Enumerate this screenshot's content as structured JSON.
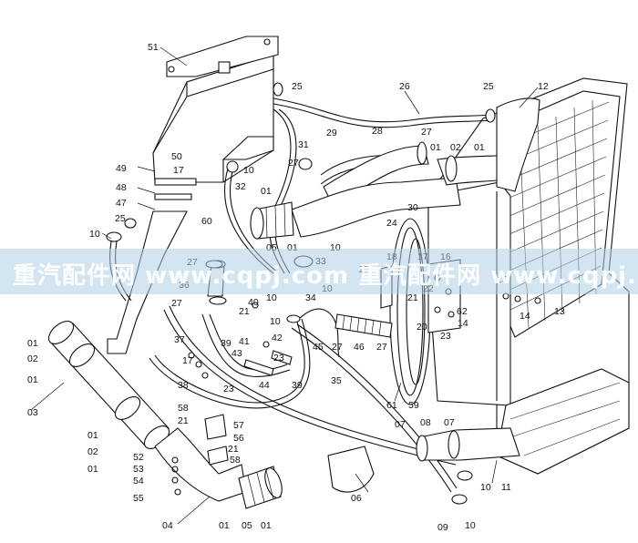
{
  "watermark": {
    "text": "重汽配件网  www.cqpj.com  重汽配件网  www.cqpj.com",
    "band_color": "#b0d0e8"
  },
  "part_labels": [
    "51",
    "26",
    "25",
    "25",
    "12",
    "31",
    "29",
    "28",
    "27",
    "01",
    "02",
    "01",
    "32",
    "27",
    "50",
    "17",
    "10",
    "49",
    "48",
    "47",
    "30",
    "60",
    "01",
    "25",
    "10",
    "05",
    "01",
    "10",
    "24",
    "27",
    "36",
    "33",
    "18",
    "17",
    "16",
    "19",
    "15",
    "10",
    "34",
    "10",
    "22",
    "27",
    "40",
    "21",
    "21",
    "62",
    "14",
    "13",
    "10",
    "45",
    "27",
    "46",
    "27",
    "42",
    "20",
    "14",
    "23",
    "37",
    "41",
    "17",
    "43",
    "38",
    "23",
    "44",
    "39",
    "23",
    "35",
    "39",
    "01",
    "02",
    "01",
    "03",
    "61",
    "59",
    "01",
    "02",
    "01",
    "58",
    "21",
    "57",
    "56",
    "21",
    "58",
    "07",
    "08",
    "07",
    "52",
    "53",
    "54",
    "55",
    "06",
    "10",
    "11",
    "10",
    "04",
    "01",
    "05",
    "01",
    "09"
  ]
}
